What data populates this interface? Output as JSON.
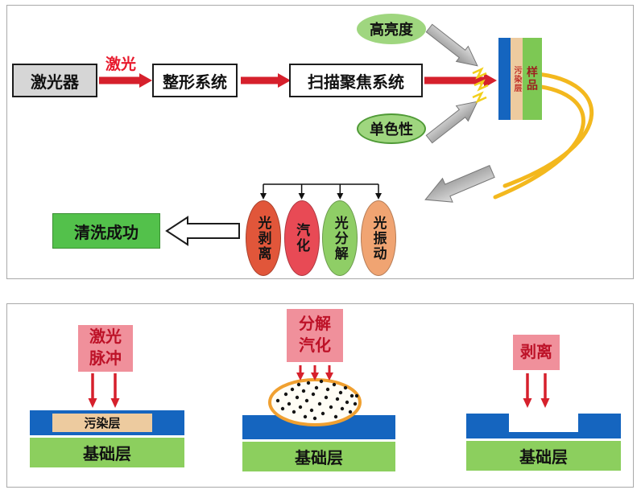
{
  "top_panel": {
    "laser_box": "激光器",
    "beam_label": "激光",
    "shaping_box": "整形系统",
    "scan_focus_box": "扫描聚焦系统",
    "property_top": "高亮度",
    "property_bottom": "单色性",
    "sample_stack": {
      "contamination": "污染层",
      "sample": "样品"
    },
    "mechanisms": [
      {
        "label": "光剥离",
        "color": "#e1563a"
      },
      {
        "label": "汽化",
        "color": "#e84a55"
      },
      {
        "label": "光分解",
        "color": "#8fce66"
      },
      {
        "label": "光振动",
        "color": "#f0a472"
      }
    ],
    "result_box": "清洗成功"
  },
  "bottom_panel": {
    "stages": [
      {
        "title": "激光\n脉冲",
        "contamination": "污染层",
        "base": "基础层"
      },
      {
        "title": "分解\n汽化",
        "base": "基础层"
      },
      {
        "title": "剥离",
        "base": "基础层"
      }
    ]
  },
  "colors": {
    "laser_red": "#d6202c",
    "beam_yellow": "#f3b81e",
    "property_fill": "#9fd67f",
    "property_border": "#4f9a36",
    "result_green": "#53c14b",
    "pink_fill": "#f0909b",
    "pink_text": "#bd1228",
    "blue_layer": "#1565bf",
    "base_green": "#8ccf5e",
    "tan_layer": "#edcb9f",
    "gray_box": "#d6d6d6"
  }
}
